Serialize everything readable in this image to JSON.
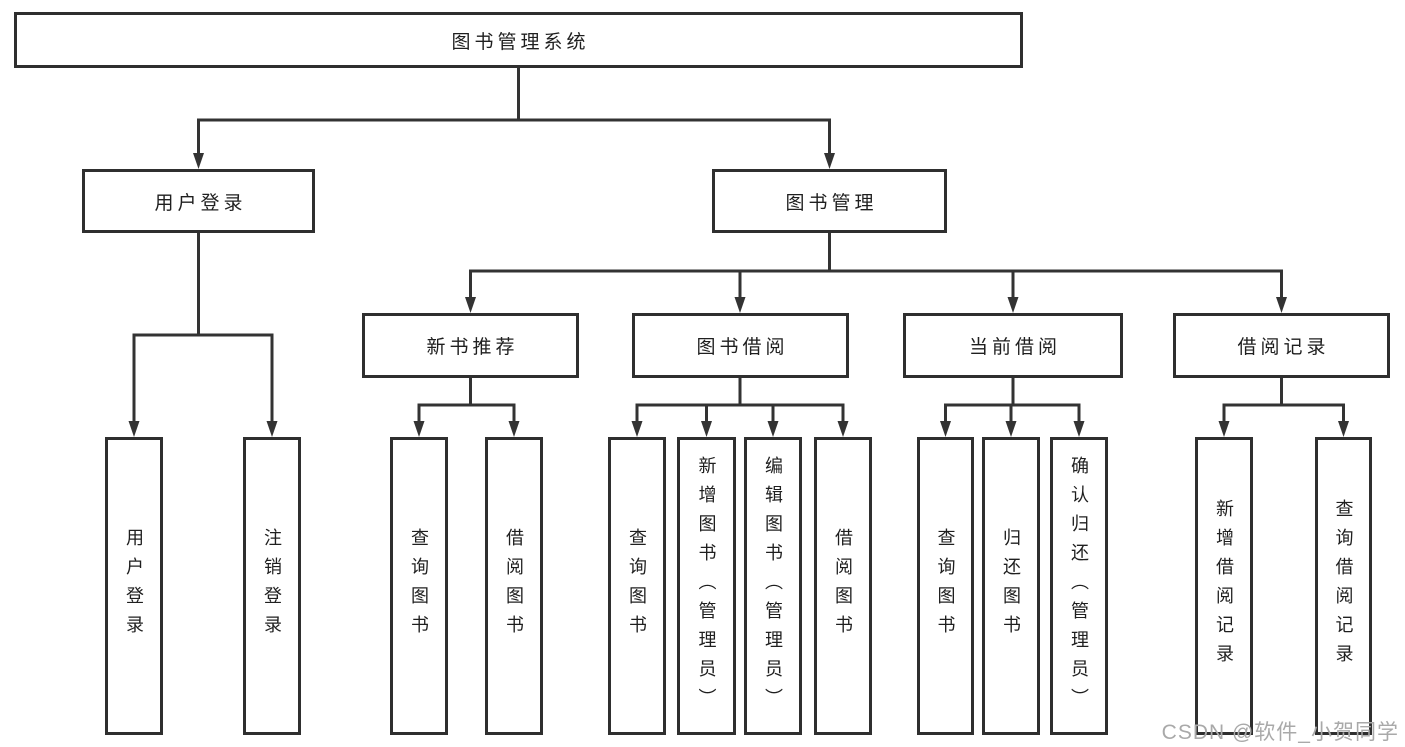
{
  "diagram_title": "图书管理系统",
  "tree": {
    "root": {
      "label": "图书管理系统"
    },
    "branches": [
      {
        "label": "用户登录",
        "children": [
          {
            "label": "用户登录"
          },
          {
            "label": "注销登录"
          }
        ]
      },
      {
        "label": "图书管理",
        "children": [
          {
            "label": "新书推荐",
            "children": [
              {
                "label": "查询图书"
              },
              {
                "label": "借阅图书"
              }
            ]
          },
          {
            "label": "图书借阅",
            "children": [
              {
                "label": "查询图书"
              },
              {
                "label": "新增图书（管理员）"
              },
              {
                "label": "编辑图书（管理员）"
              },
              {
                "label": "借阅图书"
              }
            ]
          },
          {
            "label": "当前借阅",
            "children": [
              {
                "label": "查询图书"
              },
              {
                "label": "归还图书"
              },
              {
                "label": "确认归还（管理员）"
              }
            ]
          },
          {
            "label": "借阅记录",
            "children": [
              {
                "label": "新增借阅记录"
              },
              {
                "label": "查询借阅记录"
              }
            ]
          }
        ]
      }
    ]
  },
  "watermark": {
    "text": "CSDN @软件_小贺同学"
  },
  "colors": {
    "line": "#333333",
    "box_border": "#2f2f2f",
    "text": "#1f1f1f",
    "watermark": "#a9a9a9",
    "background": "#ffffff"
  }
}
